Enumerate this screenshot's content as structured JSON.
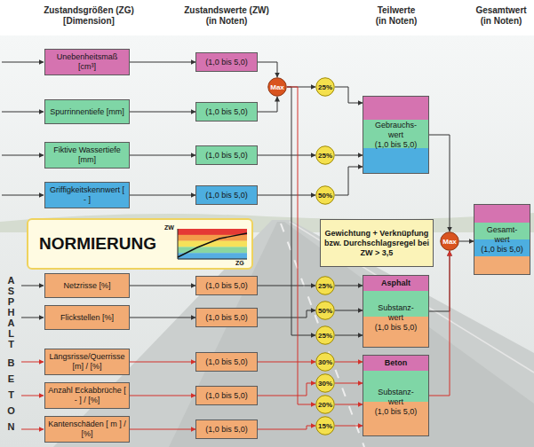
{
  "diagram": {
    "nodes": [
      {
        "text": [
          "Unebenheitsmaß [cm³]"
        ]
      },
      {
        "text": [
          "(1,0 bis 5,0)"
        ]
      },
      {
        "text": [
          "Max"
        ]
      },
      {
        "text": [
          "25%"
        ]
      },
      {
        "text": [
          "Spurrinnentiefe [mm]"
        ]
      },
      {
        "text": [
          "(1,0 bis 5,0)"
        ]
      },
      {
        "text": [
          "Gebrauchs- wert",
          "(1,0 bis 5,0)"
        ]
      },
      {
        "text": [
          "Fiktive Wassertiefe [mm]"
        ]
      },
      {
        "text": [
          "(1,0 bis 5,0)"
        ]
      },
      {
        "text": [
          "25%"
        ]
      },
      {
        "text": [
          "Griffigkeitskennwert [ - ]"
        ]
      },
      {
        "text": [
          "(1,0 bis 5,0)"
        ]
      },
      {
        "text": [
          "50%"
        ]
      },
      {
        "text": [
          "NORMIERUNG",
          "ZW",
          "ZG"
        ]
      },
      {
        "text": [
          "Gewichtung + Verknüpfung bzw. Durchschlagsregel bei ZW > 3,5"
        ]
      },
      {
        "text": [
          "Max"
        ]
      },
      {
        "text": [
          "Gesamt- wert",
          "(1,0 bis 5,0)"
        ]
      },
      {
        "text": [
          "Netzrisse [%]"
        ]
      },
      {
        "text": [
          "(1,0 bis 5,0)"
        ]
      },
      {
        "text": [
          "25%"
        ]
      },
      {
        "text": [
          "Asphalt",
          "Substanz- wert",
          "(1,0 bis 5,0)"
        ]
      },
      {
        "text": [
          "Flickstellen [%]"
        ]
      },
      {
        "text": [
          "(1,0 bis 5,0)"
        ]
      },
      {
        "text": [
          "50%"
        ]
      },
      {
        "text": [
          "25%"
        ]
      },
      {
        "text": [
          "Längsrisse/Querrisse [m] / [%]"
        ]
      },
      {
        "text": [
          "(1,0 bis 5,0)"
        ]
      },
      {
        "text": [
          "30%"
        ]
      },
      {
        "text": [
          "Beton",
          "Substanz- wert",
          "(1,0 bis 5,0)"
        ]
      },
      {
        "text": [
          "Anzahl Eckabbrüche [ - ] / [%]"
        ]
      },
      {
        "text": [
          "(1,0 bis 5,0)"
        ]
      },
      {
        "text": [
          "30%"
        ]
      },
      {
        "text": [
          "20%"
        ]
      },
      {
        "text": [
          "Kantenschäden [ m ] / [%]"
        ]
      },
      {
        "text": [
          "(1,0 bis 5,0)"
        ]
      },
      {
        "text": [
          "15%"
        ]
      }
    ],
    "edges": [
      {
        "from": 0,
        "to": 1,
        "arrow": "to"
      },
      {
        "from": 4,
        "to": 5,
        "arrow": "to"
      },
      {
        "from": 7,
        "to": 8,
        "arrow": "to"
      },
      {
        "from": 10,
        "to": 11,
        "arrow": "to"
      },
      {
        "from": 17,
        "to": 18,
        "arrow": "to"
      },
      {
        "from": 21,
        "to": 22,
        "arrow": "to"
      },
      {
        "from": 25,
        "to": 26,
        "arrow": "to"
      },
      {
        "from": 29,
        "to": 30,
        "arrow": "to"
      },
      {
        "from": 33,
        "to": 34,
        "arrow": "to"
      },
      {
        "from": 1,
        "to": 2,
        "arrow": "to"
      },
      {
        "from": 5,
        "to": 2,
        "arrow": "to"
      },
      {
        "from": 2,
        "to": 3,
        "arrow": "to"
      },
      {
        "from": 3,
        "to": 6,
        "arrow": "to"
      },
      {
        "from": 8,
        "to": 9,
        "arrow": "to"
      },
      {
        "from": 9,
        "to": 6,
        "arrow": "to"
      },
      {
        "from": 11,
        "to": 12,
        "arrow": "to"
      },
      {
        "from": 12,
        "to": 6,
        "arrow": "to"
      },
      {
        "from": 6,
        "to": 15,
        "arrow": "to"
      },
      {
        "from": 2,
        "to": 24,
        "arrow": "to"
      },
      {
        "from": 18,
        "to": 19,
        "arrow": "to"
      },
      {
        "from": 19,
        "to": 20,
        "arrow": "to"
      },
      {
        "from": 22,
        "to": 23,
        "arrow": "to"
      },
      {
        "from": 23,
        "to": 20,
        "arrow": "to"
      },
      {
        "from": 24,
        "to": 20,
        "arrow": "to"
      },
      {
        "from": 20,
        "to": 15,
        "arrow": "to"
      },
      {
        "from": 2,
        "to": 32,
        "arrow": "to"
      },
      {
        "from": 26,
        "to": 27,
        "arrow": "to"
      },
      {
        "from": 27,
        "to": 28,
        "arrow": "to"
      },
      {
        "from": 30,
        "to": 31,
        "arrow": "to"
      },
      {
        "from": 31,
        "to": 28,
        "arrow": "to"
      },
      {
        "from": 32,
        "to": 28,
        "arrow": "to"
      },
      {
        "from": 34,
        "to": 35,
        "arrow": "to"
      },
      {
        "from": 35,
        "to": 28,
        "arrow": "to"
      },
      {
        "from": 28,
        "to": 15,
        "arrow": "to"
      },
      {
        "from": 15,
        "to": 16,
        "arrow": "to"
      }
    ],
    "labels": [
      "Zustandsgrößen (ZG) [Dimension]",
      "Zustandswerte (ZW) (in Noten)",
      "Teilwerte (in Noten)",
      "Gesamtwert (in Noten)",
      "ASPHALT",
      "BETON"
    ]
  }
}
